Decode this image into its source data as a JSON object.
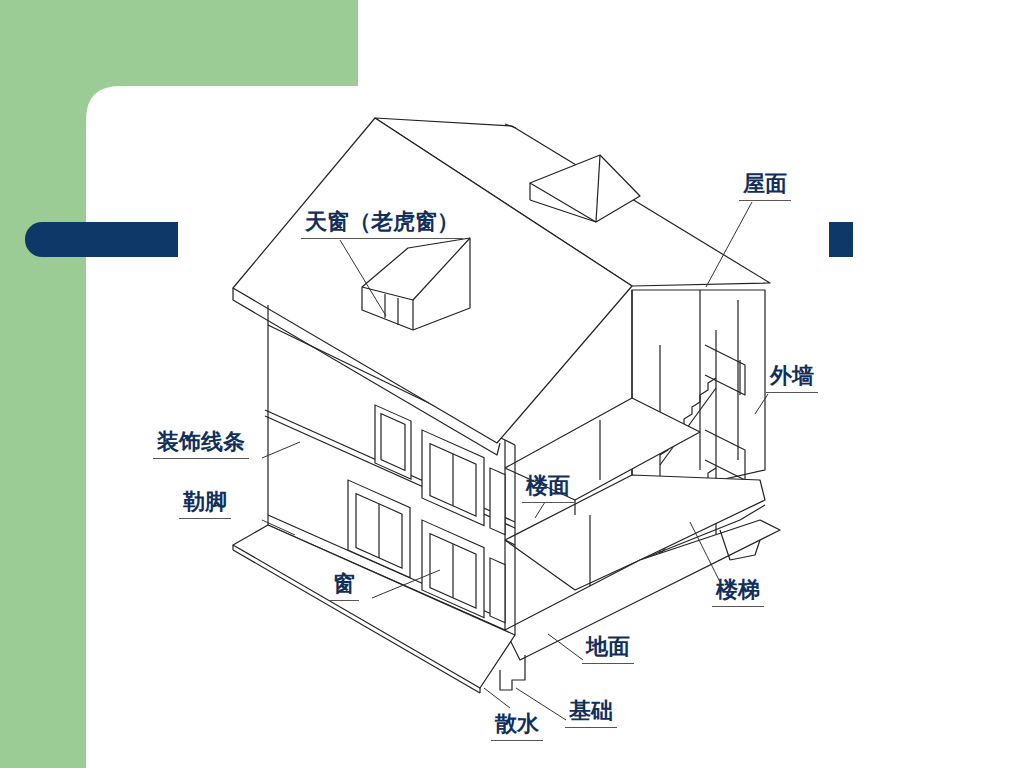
{
  "diagram": {
    "labels": [
      "屋面",
      "天窗（老虎窗）",
      "外墙",
      "装饰线条",
      "楼面",
      "勒脚",
      "窗",
      "楼梯",
      "地面",
      "基础",
      "散水"
    ]
  }
}
